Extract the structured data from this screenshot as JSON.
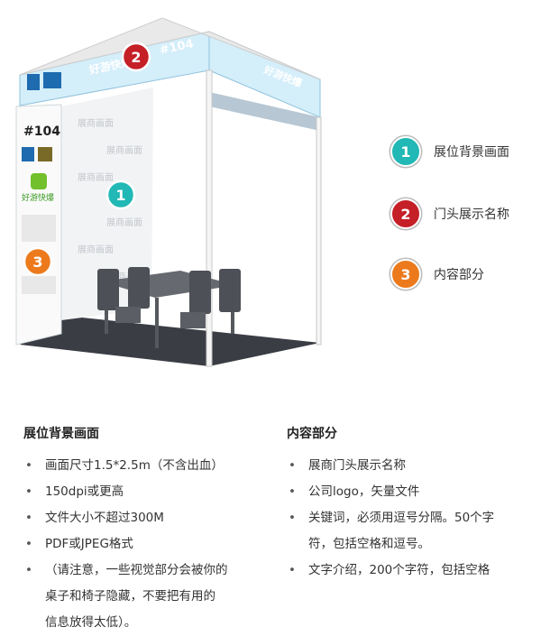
{
  "colors": {
    "teal": "#21b8b5",
    "red": "#c51f28",
    "orange": "#ec7a1c",
    "header": "#d4eefa"
  },
  "booth": {
    "fascia_number": "#104",
    "fascia_brand": "好游快爆",
    "side_brand": "好游快爆",
    "wall_number": "#104",
    "wall_brand": "好游快爆",
    "watermark": "展商画面",
    "markers": [
      "1",
      "2",
      "3"
    ]
  },
  "legend": [
    {
      "num": "1",
      "label": "展位背景画面",
      "color": "#21b8b5"
    },
    {
      "num": "2",
      "label": "门头展示名称",
      "color": "#c51f28"
    },
    {
      "num": "3",
      "label": "内容部分",
      "color": "#ec7a1c"
    }
  ],
  "sections": {
    "left": {
      "title": "展位背景画面",
      "items": [
        "画面尺寸1.5*2.5m（不含出血）",
        "150dpi或更高",
        "文件大小不超过300M",
        "PDF或JPEG格式",
        "（请注意，一些视觉部分会被你的",
        "桌子和椅子隐藏，不要把有用的",
        "信息放得太低）。"
      ]
    },
    "right": {
      "title": "内容部分",
      "items": [
        "展商门头展示名称",
        "公司logo，矢量文件",
        "关键词，必须用逗号分隔。50个字",
        "符，包括空格和逗号。",
        "文字介绍，200个字符，包括空格"
      ]
    }
  }
}
